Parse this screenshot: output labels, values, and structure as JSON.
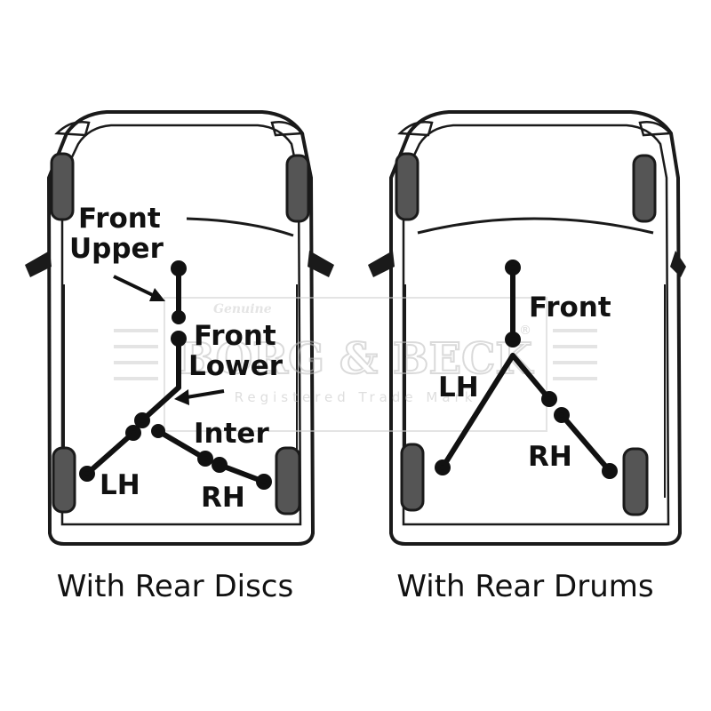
{
  "diagrams": [
    {
      "caption": "With Rear Discs",
      "labels": {
        "front_upper_1": "Front",
        "front_upper_2": "Upper",
        "front_lower_1": "Front",
        "front_lower_2": "Lower",
        "inter": "Inter",
        "lh": "LH",
        "rh": "RH"
      }
    },
    {
      "caption": "With Rear Drums",
      "labels": {
        "front": "Front",
        "lh": "LH",
        "rh": "RH"
      }
    }
  ],
  "watermark": {
    "brand": "BORG & BECK",
    "script": "Genuine",
    "tagline": "Registered Trade Mark",
    "registered_symbol": "®"
  },
  "colors": {
    "ink": "#111111",
    "car_outline": "#1a1a1a",
    "tyre": "#555555",
    "watermark": "#cfcfcf",
    "background": "#ffffff"
  }
}
